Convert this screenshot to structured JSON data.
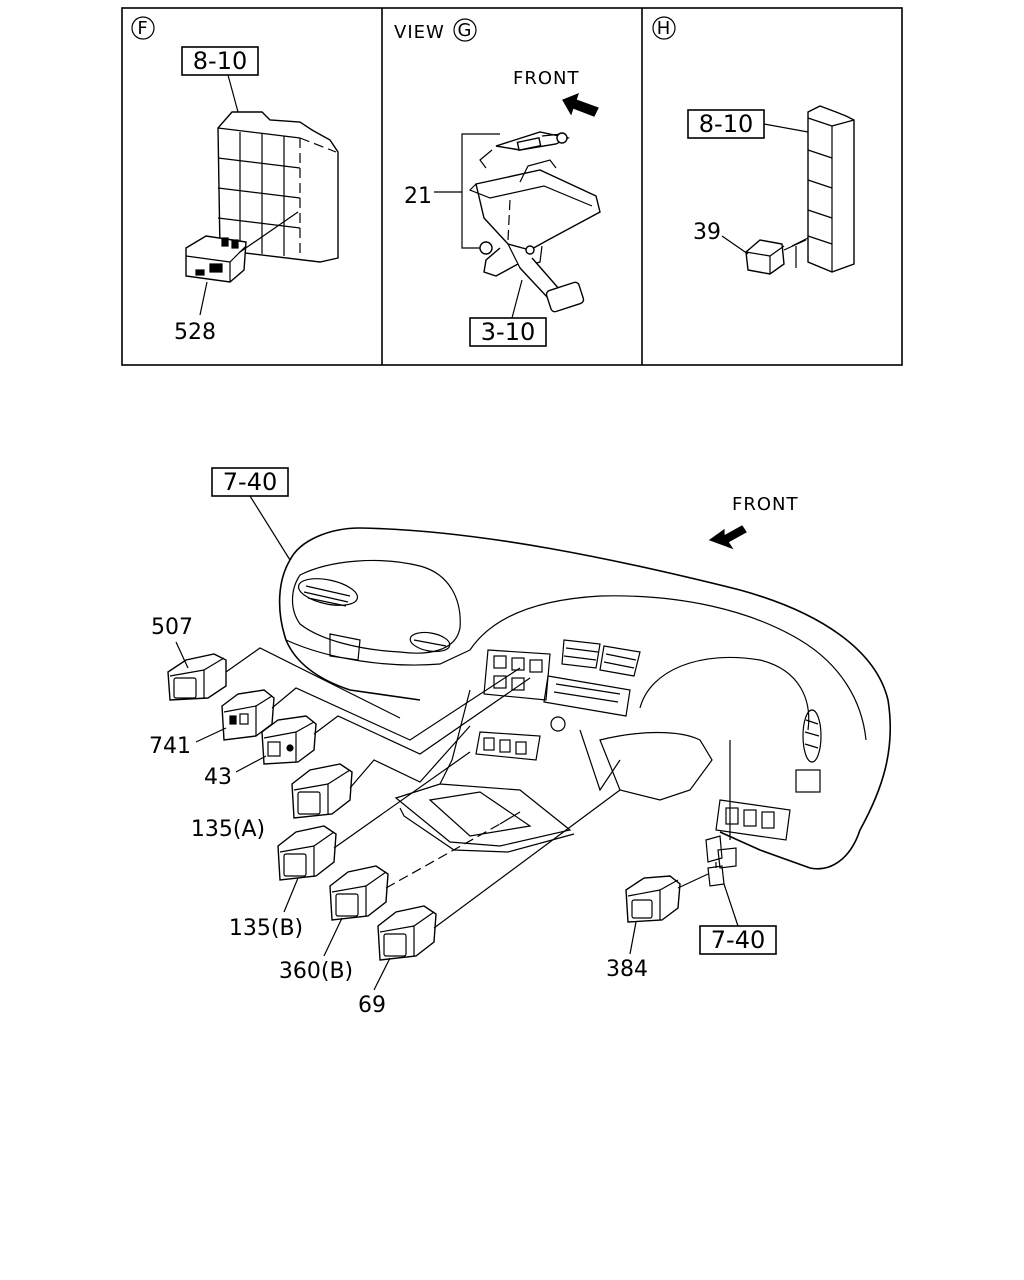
{
  "panels": {
    "f": {
      "circle": "F",
      "ref_box": "8-10",
      "part": "528"
    },
    "g": {
      "view_prefix": "VIEW",
      "circle": "G",
      "direction": "FRONT",
      "part": "21",
      "ref_box": "3-10"
    },
    "h": {
      "circle": "H",
      "ref_box": "8-10",
      "part": "39"
    }
  },
  "main": {
    "ref_box_top": "7-40",
    "direction": "FRONT",
    "ref_box_right": "7-40",
    "parts": {
      "p507": "507",
      "p741": "741",
      "p43": "43",
      "p135a": "135(A)",
      "p135b": "135(B)",
      "p360b": "360(B)",
      "p69": "69",
      "p384": "384"
    }
  }
}
